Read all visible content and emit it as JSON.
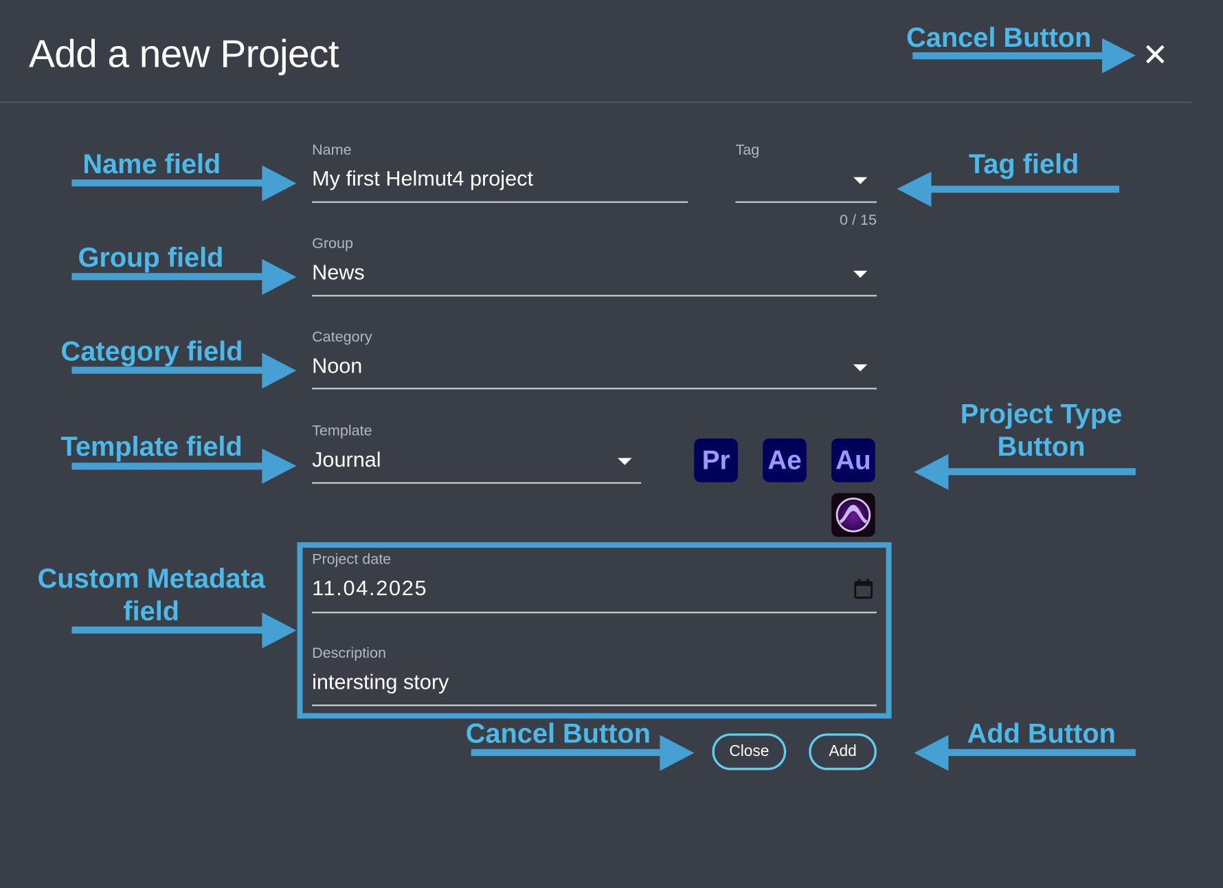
{
  "dialog": {
    "title": "Add a new Project",
    "close_icon": "close-icon"
  },
  "form": {
    "name": {
      "label": "Name",
      "value": "My first Helmut4 project"
    },
    "tag": {
      "label": "Tag",
      "value": "",
      "counter": "0 / 15"
    },
    "group": {
      "label": "Group",
      "value": "News"
    },
    "category": {
      "label": "Category",
      "value": "Noon"
    },
    "template": {
      "label": "Template",
      "value": "Journal"
    },
    "project_types": [
      {
        "label": "Pr",
        "name": "premiere-pro",
        "color": "#00005b",
        "text_color": "#9999ff"
      },
      {
        "label": "Ae",
        "name": "after-effects",
        "color": "#00005b",
        "text_color": "#9999ff"
      },
      {
        "label": "Au",
        "name": "audition",
        "color": "#00005b",
        "text_color": "#9999ff"
      },
      {
        "label": "",
        "name": "pro-tools",
        "color": "#1a0a1e"
      }
    ],
    "project_date": {
      "label": "Project date",
      "value": "11.04.2025",
      "icon": "calendar-icon"
    },
    "description": {
      "label": "Description",
      "value": "intersting story"
    }
  },
  "actions": {
    "close_label": "Close",
    "add_label": "Add"
  },
  "annotations": {
    "cancel_top": "Cancel Button",
    "name": "Name field",
    "tag": "Tag field",
    "group": "Group field",
    "category": "Category field",
    "template": "Template field",
    "project_type_1": "Project Type",
    "project_type_2": "Button",
    "custom_meta_1": "Custom Metadata",
    "custom_meta_2": "field",
    "cancel_bottom": "Cancel Button",
    "add": "Add Button"
  },
  "colors": {
    "background": "#3a3e46",
    "annotation": "#4bb9ea",
    "arrow": "#45a0d4",
    "button_border": "#5ccff0"
  }
}
